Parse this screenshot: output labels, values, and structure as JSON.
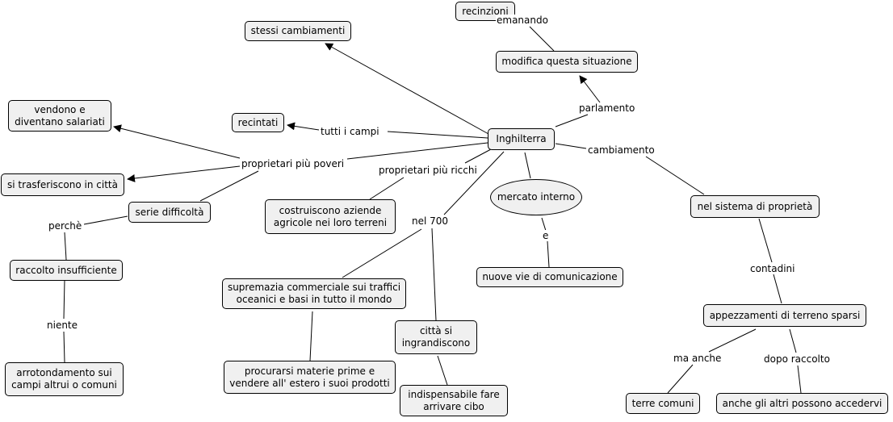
{
  "nodes": {
    "inghilterra": "Inghilterra",
    "recinzioni": "recinzioni",
    "modifica": "modifica questa situazione",
    "stessi": "stessi cambiamenti",
    "vendono": "vendono e\ndiventano salariati",
    "recintati": "recintati",
    "trasferiscono": "si trasferiscono in città",
    "serie": "serie difficoltà",
    "raccolto": "raccolto insufficiente",
    "arrotondamento": "arrotondamento sui\ncampi altrui o comuni",
    "costruiscono": "costruiscono aziende\nagricole nei loro terreni",
    "supremazia": "supremazia commerciale sui traffici\noceanici e basi in tutto il mondo",
    "procurarsi": "procurarsi materie prime e\nvendere all' estero i suoi prodotti",
    "citta": "città si\ningrandiscono",
    "indispensabile": "indispensabile fare\narrivare cibo",
    "mercato": "mercato interno",
    "nuove": "nuove vie di comunicazione",
    "sistema": "nel sistema di proprietà",
    "appezzamenti": "appezzamenti di terreno sparsi",
    "terre": "terre comuni",
    "anche": "anche gli altri possono accedervi"
  },
  "labels": {
    "emanando": "emanando",
    "parlamento": "parlamento",
    "tutti": "tutti i campi",
    "poveri": "proprietari più poveri",
    "ricchi": "proprietari più ricchi",
    "cambiamento": "cambiamento",
    "perche": "perchè",
    "niente": "niente",
    "nel700": "nel 700",
    "e": "e",
    "contadini": "contadini",
    "maanche": "ma anche",
    "dopo": "dopo raccolto"
  }
}
